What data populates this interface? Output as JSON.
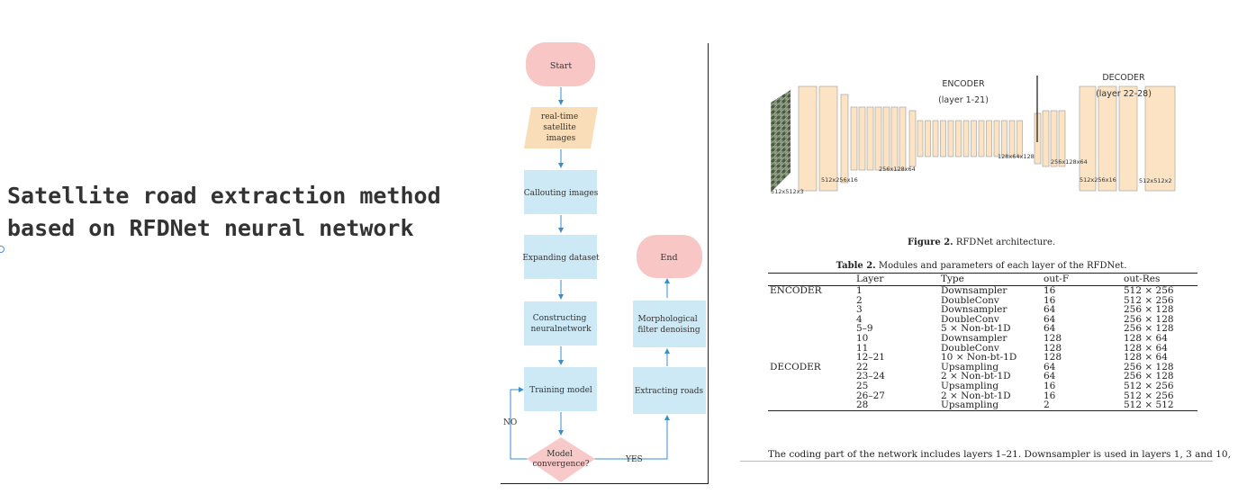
{
  "slide": {
    "title": "Satellite road extraction method based on RFDNet neural network"
  },
  "flowchart": {
    "start": "Start",
    "input_lines": [
      "real-time",
      "satellite",
      "images"
    ],
    "callouting": "Callouting images",
    "expanding": "Expanding dataset",
    "constructing_lines": [
      "Constructing",
      "neuralnetwork"
    ],
    "training": "Training model",
    "decision_lines": [
      "Model",
      "convergence?"
    ],
    "no_label": "NO",
    "yes_label": "YES",
    "extracting": "Extracting roads",
    "morph_lines": [
      "Morphological",
      "filter denoising"
    ],
    "end": "End",
    "colors": {
      "terminal": "#f9c6c6",
      "process": "#cde9f5",
      "input": "#f9ddb8",
      "decision": "#f7c9c9",
      "arrow": "#3a8fc9"
    }
  },
  "architecture": {
    "encoder_title": "ENCODER",
    "encoder_layers": "(layer 1-21)",
    "decoder_title": "DECODER",
    "decoder_layers": "(layer 22-28)",
    "dims": {
      "input": "512x512x3",
      "enc1": "512x256x16",
      "enc2": "256x128x64",
      "mid": "128x64x128",
      "dec1": "256x128x64",
      "dec2": "512x256x16",
      "output": "512x512x2"
    },
    "block_color": "#fbe3c4"
  },
  "figure_caption": {
    "bold": "Figure 2.",
    "text": " RFDNet architecture."
  },
  "table_caption": {
    "bold": "Table 2.",
    "text": " Modules and parameters of each layer of the RFDNet."
  },
  "table": {
    "headers": [
      "",
      "Layer",
      "Type",
      "out-F",
      "out-Res"
    ],
    "rows": [
      [
        "ENCODER",
        "1",
        "Downsampler",
        "16",
        "512 × 256"
      ],
      [
        "",
        "2",
        "DoubleConv",
        "16",
        "512 × 256"
      ],
      [
        "",
        "3",
        "Downsampler",
        "64",
        "256 × 128"
      ],
      [
        "",
        "4",
        "DoubleConv",
        "64",
        "256 × 128"
      ],
      [
        "",
        "5–9",
        "5 × Non-bt-1D",
        "64",
        "256 × 128"
      ],
      [
        "",
        "10",
        "Downsampler",
        "128",
        "128 × 64"
      ],
      [
        "",
        "11",
        "DoubleConv",
        "128",
        "128 × 64"
      ],
      [
        "",
        "12–21",
        "10 × Non-bt-1D",
        "128",
        "128 × 64"
      ],
      [
        "DECODER",
        "22",
        "Upsampling",
        "64",
        "256 × 128"
      ],
      [
        "",
        "23–24",
        "2 × Non-bt-1D",
        "64",
        "256 × 128"
      ],
      [
        "",
        "25",
        "Upsampling",
        "16",
        "512 × 256"
      ],
      [
        "",
        "26–27",
        "2 × Non-bt-1D",
        "16",
        "512 × 256"
      ],
      [
        "",
        "28",
        "Upsampling",
        "2",
        "512 × 512"
      ]
    ]
  },
  "body_text": "The coding part of the network includes layers 1–21. Downsampler is used in layers 1, 3 and 10,"
}
